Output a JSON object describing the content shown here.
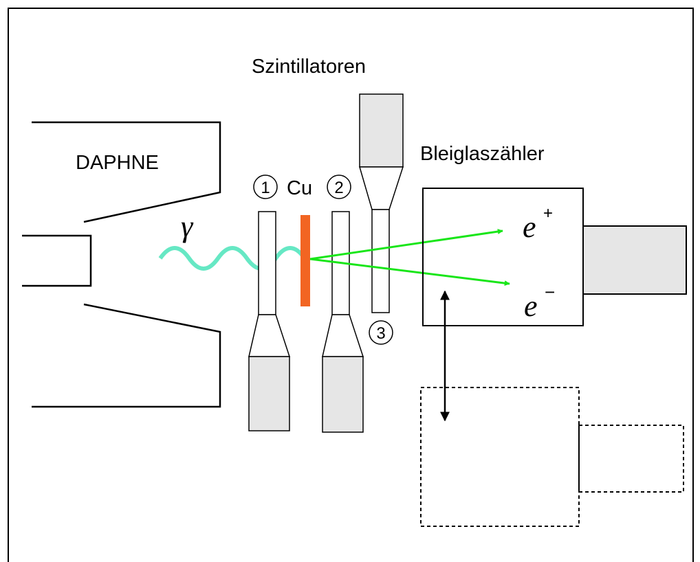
{
  "labels": {
    "daphne": "DAPHNE",
    "scintillators": "Szintillatoren",
    "leadglass": "Bleiglaszähler",
    "copper": "Cu",
    "gamma": "γ",
    "n1": "1",
    "n2": "2",
    "n3": "3",
    "positron_base": "e",
    "positron_sup": "+",
    "electron_base": "e",
    "electron_sup": "−"
  },
  "colors": {
    "frame": "#000000",
    "pmt_fill": "#e6e6e6",
    "copper": "#f26522",
    "gamma_wave": "#66e8c4",
    "particle_arrow": "#19e619",
    "double_arrow": "#000000"
  }
}
